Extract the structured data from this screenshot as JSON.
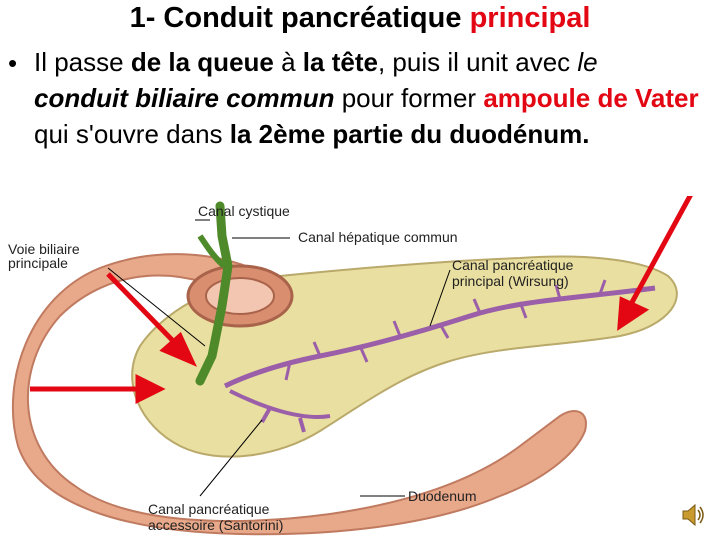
{
  "slide": {
    "title_prefix": "1- Conduit pancréatique ",
    "title_accent": "principal",
    "bullet": {
      "t1": "Il passe ",
      "t2": "de la queue",
      "t3": " à ",
      "t4": "la tête",
      "t5": ", puis il unit avec ",
      "t6": "le",
      "t7": "conduit biliaire commun",
      "t8": " pour former ",
      "t9": "ampoule de Vater",
      "t10": " qui s'ouvre dans ",
      "t11": "la 2ème partie du duodénum."
    }
  },
  "diagram": {
    "labels": {
      "canal_cystique": "Canal cystique",
      "canal_hepatique": "Canal hépatique commun",
      "voie_biliaire_1": "Voie biliaire",
      "voie_biliaire_2": "principale",
      "wirsung_1": "Canal pancréatique",
      "wirsung_2": "principal (Wirsung)",
      "duodenum": "Duodenum",
      "santorini_1": "Canal pancréatique",
      "santorini_2": "accessoire (Santorini)"
    }
  },
  "colors": {
    "accent": "#e30613",
    "duodenum": "#e8a88a",
    "pancreas": "#e9dfa0",
    "duct": "#9a5fa8",
    "bile": "#4f8a2a"
  },
  "icons": {
    "audio": "speaker-icon"
  }
}
